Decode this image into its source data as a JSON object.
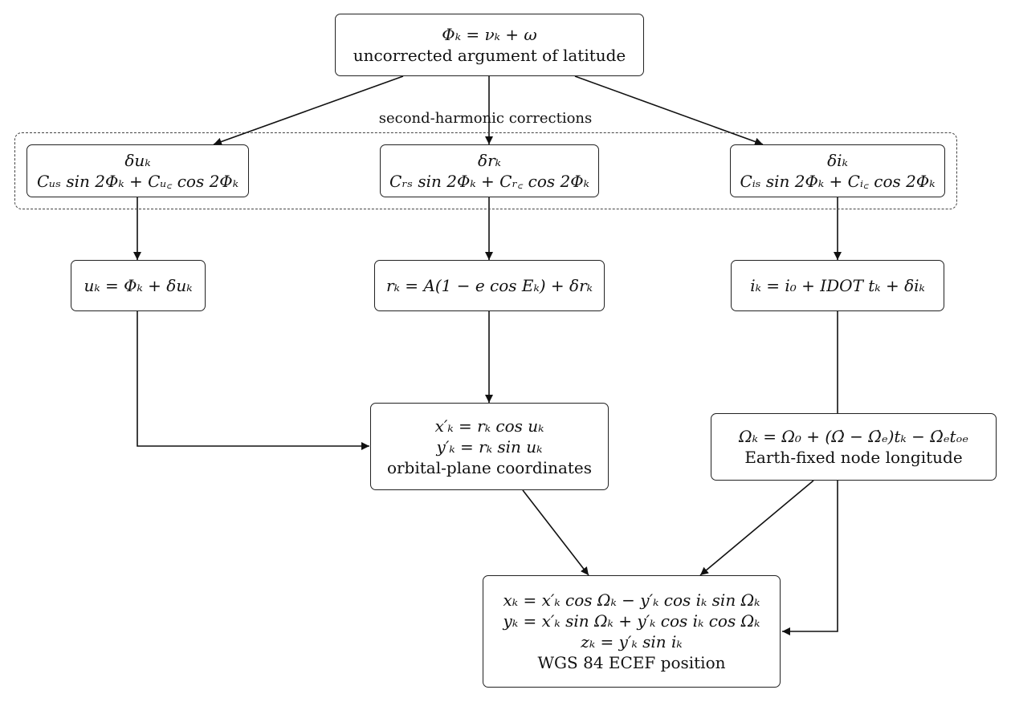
{
  "group": {
    "label": "second-harmonic corrections"
  },
  "nodes": {
    "phi": {
      "eq": "Φₖ = νₖ + ω",
      "desc": "uncorrected argument of latitude"
    },
    "du": {
      "eq1": "δuₖ",
      "eq2": "Cᵤₛ sin 2Φₖ + Cᵤ꜀ cos 2Φₖ"
    },
    "dr": {
      "eq1": "δrₖ",
      "eq2": "Cᵣₛ sin 2Φₖ + Cᵣ꜀ cos 2Φₖ"
    },
    "di": {
      "eq1": "δiₖ",
      "eq2": "Cᵢₛ sin 2Φₖ + Cᵢ꜀ cos 2Φₖ"
    },
    "u": {
      "eq": "uₖ = Φₖ + δuₖ"
    },
    "r": {
      "eq": "rₖ = A(1 − e cos Eₖ) + δrₖ"
    },
    "i": {
      "eq": "iₖ = i₀ + IDOT tₖ + δiₖ"
    },
    "plane": {
      "eq1": "x′ₖ = rₖ cos uₖ",
      "eq2": "y′ₖ = rₖ sin uₖ",
      "desc": "orbital-plane coordinates"
    },
    "omega": {
      "eq": "Ωₖ = Ω₀ + (Ω̇ − Ω̇ₑ)tₖ − Ω̇ₑtₒₑ",
      "desc": "Earth-fixed node longitude"
    },
    "ecef": {
      "eq1": "xₖ = x′ₖ cos Ωₖ − y′ₖ cos iₖ sin Ωₖ",
      "eq2": "yₖ = x′ₖ sin Ωₖ + y′ₖ cos iₖ cos Ωₖ",
      "eq3": "zₖ = y′ₖ sin iₖ",
      "desc": "WGS 84 ECEF position"
    }
  }
}
